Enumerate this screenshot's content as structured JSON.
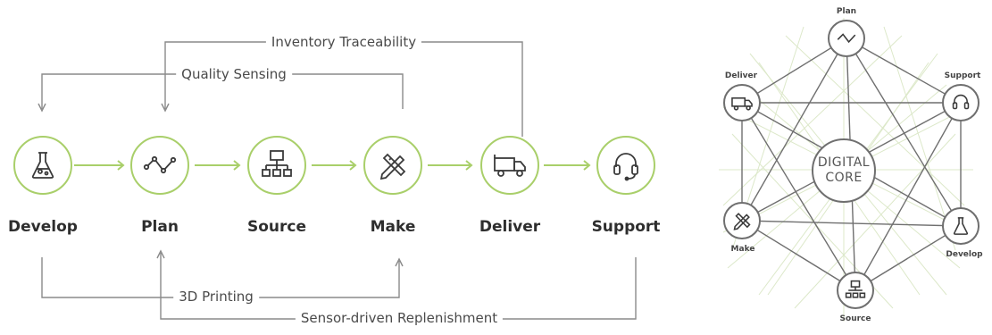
{
  "stages": [
    {
      "id": "develop",
      "label": "Develop",
      "icon": "flask-icon"
    },
    {
      "id": "plan",
      "label": "Plan",
      "icon": "line-chart-icon"
    },
    {
      "id": "source",
      "label": "Source",
      "icon": "network-icon"
    },
    {
      "id": "make",
      "label": "Make",
      "icon": "pencil-ruler-icon"
    },
    {
      "id": "deliver",
      "label": "Deliver",
      "icon": "truck-icon"
    },
    {
      "id": "support",
      "label": "Support",
      "icon": "headset-icon"
    }
  ],
  "flows": {
    "inventory_traceability": "Inventory Traceability",
    "quality_sensing": "Quality Sensing",
    "printing_3d": "3D Printing",
    "sensor_replenishment": "Sensor-driven Replenishment"
  },
  "core": {
    "line1": "DIGITAL",
    "line2": "CORE",
    "nodes": {
      "plan": "Plan",
      "support": "Support",
      "develop": "Develop",
      "source": "Source",
      "make": "Make",
      "deliver": "Deliver"
    }
  },
  "colors": {
    "accent": "#a9cf6a",
    "line": "#8a8a8a",
    "ring": "#6f6f6f",
    "mesh": "#d9e6c4"
  }
}
